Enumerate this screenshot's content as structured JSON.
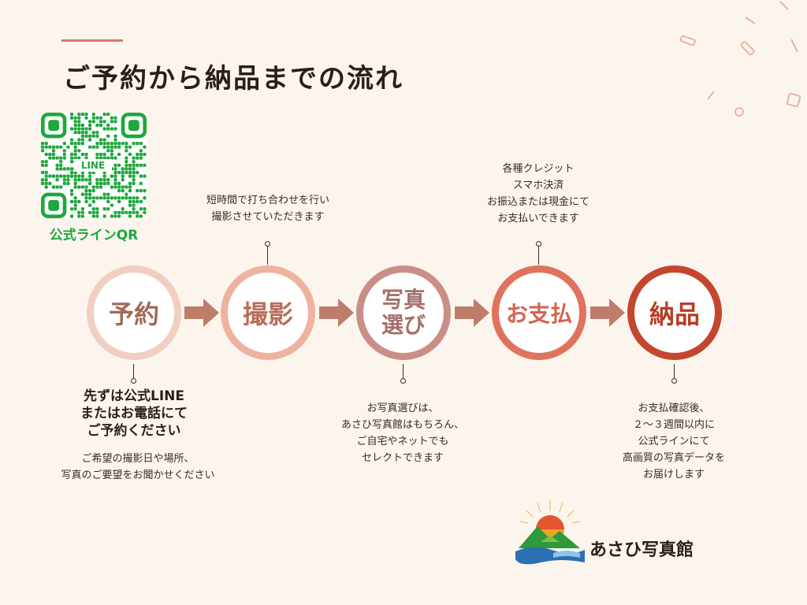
{
  "header": {
    "title": "ご予約から納品までの流れ"
  },
  "qr": {
    "center_label": "LINE",
    "caption": "公式ラインQR"
  },
  "colors": {
    "step1": "#f0cfc0",
    "step2": "#eeb3a0",
    "step3": "#c98f86",
    "step4": "#e0735d",
    "step5": "#c4462e",
    "arrow": "#bd7d6a",
    "line_green": "#1ea83c"
  },
  "steps": [
    {
      "label": "予約"
    },
    {
      "label": "撮影"
    },
    {
      "label_line1": "写真",
      "label_line2": "選び"
    },
    {
      "label": "お支払"
    },
    {
      "label": "納品"
    }
  ],
  "notes": {
    "reserve_strong": "先ずは公式LINE\nまたはお電話にて\nご予約ください",
    "reserve_detail": "ご希望の撮影日や場所、\n写真のご要望をお聞かせください",
    "shoot": "短時間で打ち合わせを行い\n撮影させていただきます",
    "select": "お写真選びは、\nあさひ写真館はもちろん、\nご自宅やネットでも\nセレクトできます",
    "payment": "各種クレジット\nスマホ決済\nお振込または現金にて\nお支払いできます",
    "delivery": "お支払確認後、\n２〜３週間以内に\n公式ラインにて\n高画質の写真データを\nお届けします"
  },
  "logo": {
    "name": "あさひ写真館"
  }
}
